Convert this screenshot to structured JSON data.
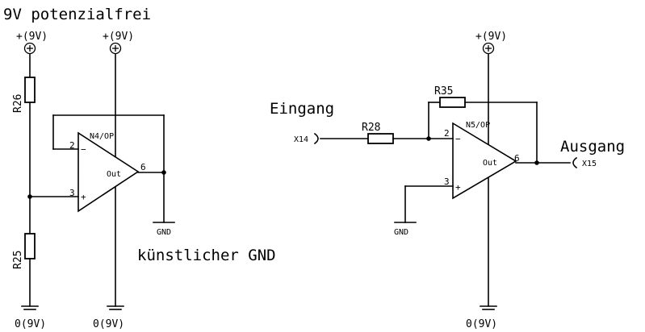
{
  "labels": {
    "title": "9V potenzialfrei",
    "artificial_gnd": "künstlicher GND",
    "input": "Eingang",
    "output": "Ausgang"
  },
  "supplies": {
    "vplus_1": "+(9V)",
    "vplus_2": "+(9V)",
    "vplus_3": "+(9V)",
    "zero_1": "0(9V)",
    "zero_2": "0(9V)",
    "zero_3": "0(9V)"
  },
  "gnd": {
    "gnd_1": "GND",
    "gnd_2": "GND"
  },
  "resistors": {
    "r26": "R26",
    "r25": "R25",
    "r28": "R28",
    "r35": "R35"
  },
  "opamps": {
    "n4": {
      "name": "N4/OP",
      "out": "Out",
      "pin_out": "6",
      "pin_inv": "2",
      "pin_noninv": "3",
      "minus": "−",
      "plus": "+"
    },
    "n5": {
      "name": "N5/OP",
      "out": "Out",
      "pin_out": "6",
      "pin_inv": "2",
      "pin_noninv": "3",
      "minus": "−",
      "plus": "+"
    }
  },
  "connectors": {
    "x14": "X14",
    "x15": "X15"
  }
}
